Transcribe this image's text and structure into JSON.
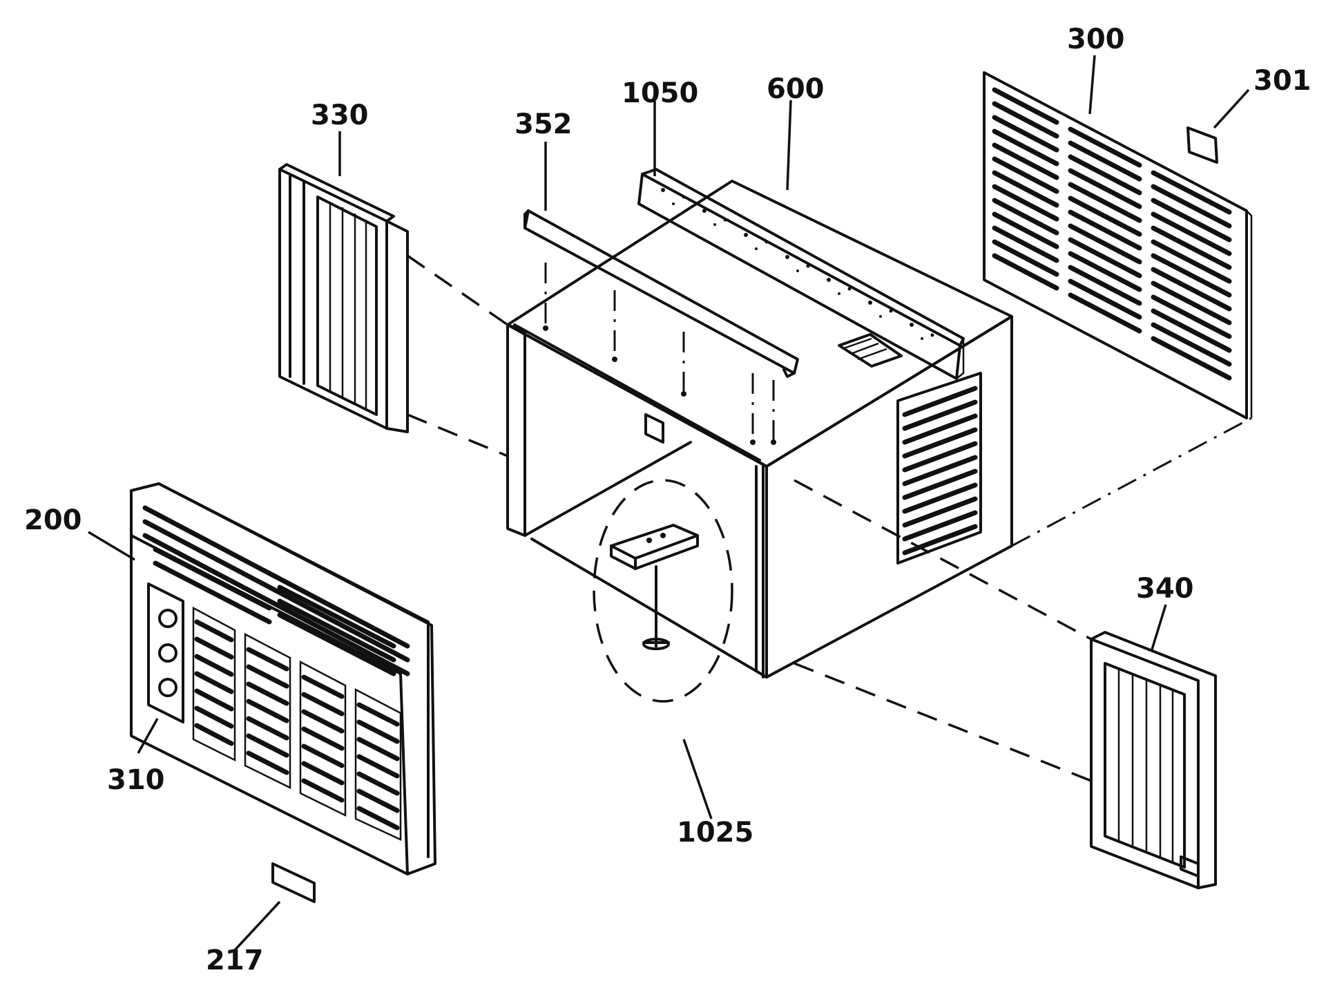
{
  "parts": [
    {
      "id": "600",
      "label": "600"
    },
    {
      "id": "1050",
      "label": "1050"
    },
    {
      "id": "352",
      "label": "352"
    },
    {
      "id": "330",
      "label": "330"
    },
    {
      "id": "300",
      "label": "300"
    },
    {
      "id": "301",
      "label": "301"
    },
    {
      "id": "200",
      "label": "200"
    },
    {
      "id": "310",
      "label": "310"
    },
    {
      "id": "217",
      "label": "217"
    },
    {
      "id": "1025",
      "label": "1025"
    },
    {
      "id": "340",
      "label": "340"
    }
  ]
}
